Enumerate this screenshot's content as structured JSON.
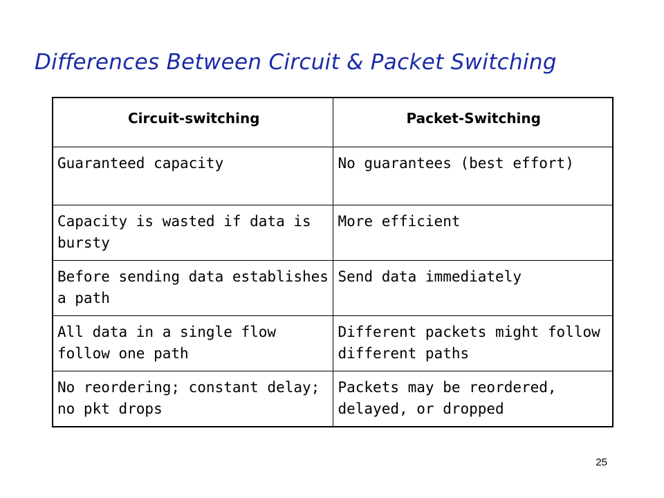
{
  "slide": {
    "title": "Differences Between Circuit & Packet Switching",
    "page_number": "25"
  },
  "table": {
    "headers": [
      "Circuit-switching",
      "Packet-Switching"
    ],
    "rows": [
      [
        "Guaranteed capacity",
        "No guarantees (best effort)"
      ],
      [
        "Capacity is wasted if data is bursty",
        "More efficient"
      ],
      [
        "Before sending data establishes a path",
        "Send data immediately"
      ],
      [
        "All data in a single flow follow one path",
        "Different packets might follow different paths"
      ],
      [
        "No reordering; constant delay; no pkt drops",
        "Packets may be reordered, delayed, or dropped"
      ]
    ]
  },
  "colors": {
    "title": "#1a2aa6",
    "text": "#000000",
    "background": "#ffffff"
  }
}
